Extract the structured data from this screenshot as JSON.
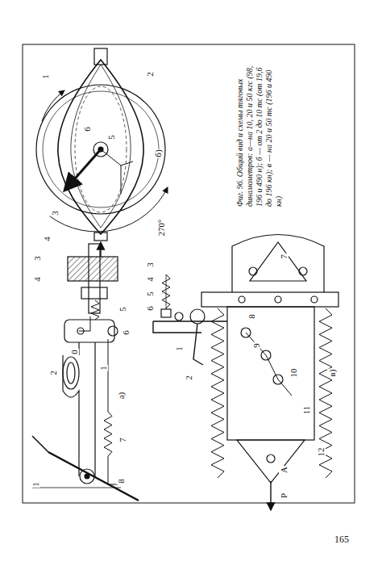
{
  "diagram": {
    "caption": "Фиг. 96. Общий вид и схемы тяговых динамометров: а—на 10, 20 и 50 кгс (98, 196 и 490 н); б — от 2 до 10 тс (от 19,6 до 196 кн); в — на 20 и 50 тс (196 и 490 кн)",
    "labels": [
      "1",
      "2",
      "6",
      "5",
      "3",
      "4",
      "270°",
      "б)",
      "3",
      "4",
      "5",
      "0",
      "6",
      "2",
      "1",
      "а)",
      "7",
      "1",
      "8",
      "3",
      "4",
      "5",
      "6",
      "1",
      "2",
      "7",
      "8",
      "9",
      "10",
      "11",
      "12",
      "A",
      "P",
      "в)",
      "165"
    ]
  }
}
